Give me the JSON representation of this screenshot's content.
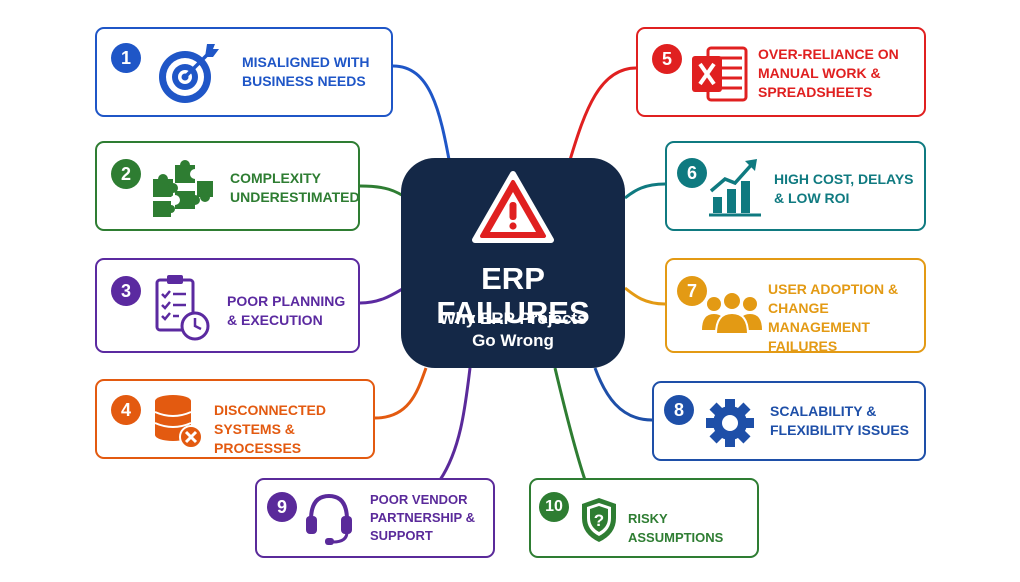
{
  "hub": {
    "title": "ERP FAILURES",
    "subtitle": "Why ERP Projects\nGo Wrong",
    "icon": "warning-icon"
  },
  "colors": {
    "hub": "#142847",
    "blue": "#1f56c7",
    "green": "#2e7d32",
    "purple": "#5b2aa0",
    "orange": "#e35a10",
    "red": "#e02020",
    "teal": "#0f7a80",
    "gold": "#e39a14",
    "navy": "#1e4fa8",
    "darkpurple": "#5a2a9a",
    "darkgreen": "#2e7d32"
  },
  "cards": [
    {
      "num": "1",
      "label": "MISALIGNED WITH\nBUSINESS NEEDS",
      "icon": "target-icon",
      "color": "#1f56c7"
    },
    {
      "num": "2",
      "label": "COMPLEXITY\nUNDERESTIMATED",
      "icon": "puzzle-icon",
      "color": "#2e7d32"
    },
    {
      "num": "3",
      "label": "POOR PLANNING\n& EXECUTION",
      "icon": "checklist-clock-icon",
      "color": "#5b2aa0"
    },
    {
      "num": "4",
      "label": "DISCONNECTED\nSYSTEMS & PROCESSES",
      "icon": "database-error-icon",
      "color": "#e35a10"
    },
    {
      "num": "5",
      "label": "OVER-RELIANCE ON\nMANUAL WORK &\nSPREADSHEETS",
      "icon": "spreadsheet-icon",
      "color": "#e02020"
    },
    {
      "num": "6",
      "label": "HIGH COST, DELAYS\n& LOW ROI",
      "icon": "bar-chart-icon",
      "color": "#0f7a80"
    },
    {
      "num": "7",
      "label": "USER ADOPTION &\nCHANGE MANAGEMENT\nFAILURES",
      "icon": "team-icon",
      "color": "#e39a14"
    },
    {
      "num": "8",
      "label": "SCALABILITY &\nFLEXIBILITY ISSUES",
      "icon": "gear-icon",
      "color": "#1e4fa8"
    },
    {
      "num": "9",
      "label": "POOR VENDOR\nPARTNERSHIP &\nSUPPORT",
      "icon": "headset-icon",
      "color": "#5a2a9a"
    },
    {
      "num": "10",
      "label": "RISKY ASSUMPTIONS",
      "icon": "shield-question-icon",
      "color": "#2e7d32"
    }
  ]
}
